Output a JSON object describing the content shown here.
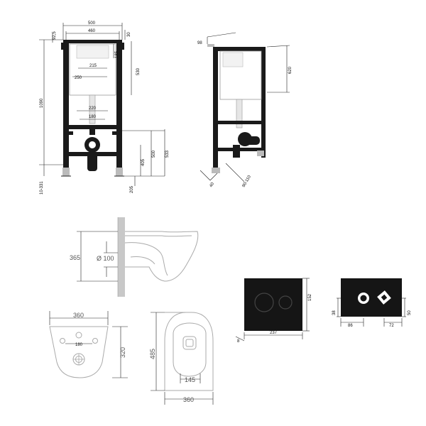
{
  "frame_front": {
    "dims": {
      "w500": "500",
      "w460": "460",
      "w92": "92,5",
      "w30": "30",
      "w185": "185",
      "w215": "215",
      "w250": "250",
      "w530": "530",
      "w1090": "1090",
      "w220": "220",
      "w180": "180",
      "w405": "405",
      "w500b": "500",
      "w533": "533",
      "w205": "205",
      "w10": "10-331"
    }
  },
  "frame_side": {
    "dims": {
      "w98": "98",
      "w620": "620",
      "w40": "40",
      "w90": "90-110"
    }
  },
  "side_view": {
    "dims": {
      "w365": "365",
      "w100": "Ø 100"
    }
  },
  "top_view": {
    "dims": {
      "w360": "360",
      "w320": "320",
      "w180": "180"
    }
  },
  "bottom_view": {
    "dims": {
      "w485": "485",
      "w145": "145",
      "w360b": "360"
    }
  },
  "plate": {
    "dims": {
      "w152": "152",
      "w237": "237",
      "w8": "8"
    }
  },
  "plate_back": {
    "dims": {
      "w38": "38",
      "w50": "50",
      "w86": "86",
      "w72": "72"
    }
  },
  "colors": {
    "frame": "#1a1a1a",
    "tank": "#ffffff",
    "plate": "#151515",
    "sketch": "#aaaaaa"
  }
}
